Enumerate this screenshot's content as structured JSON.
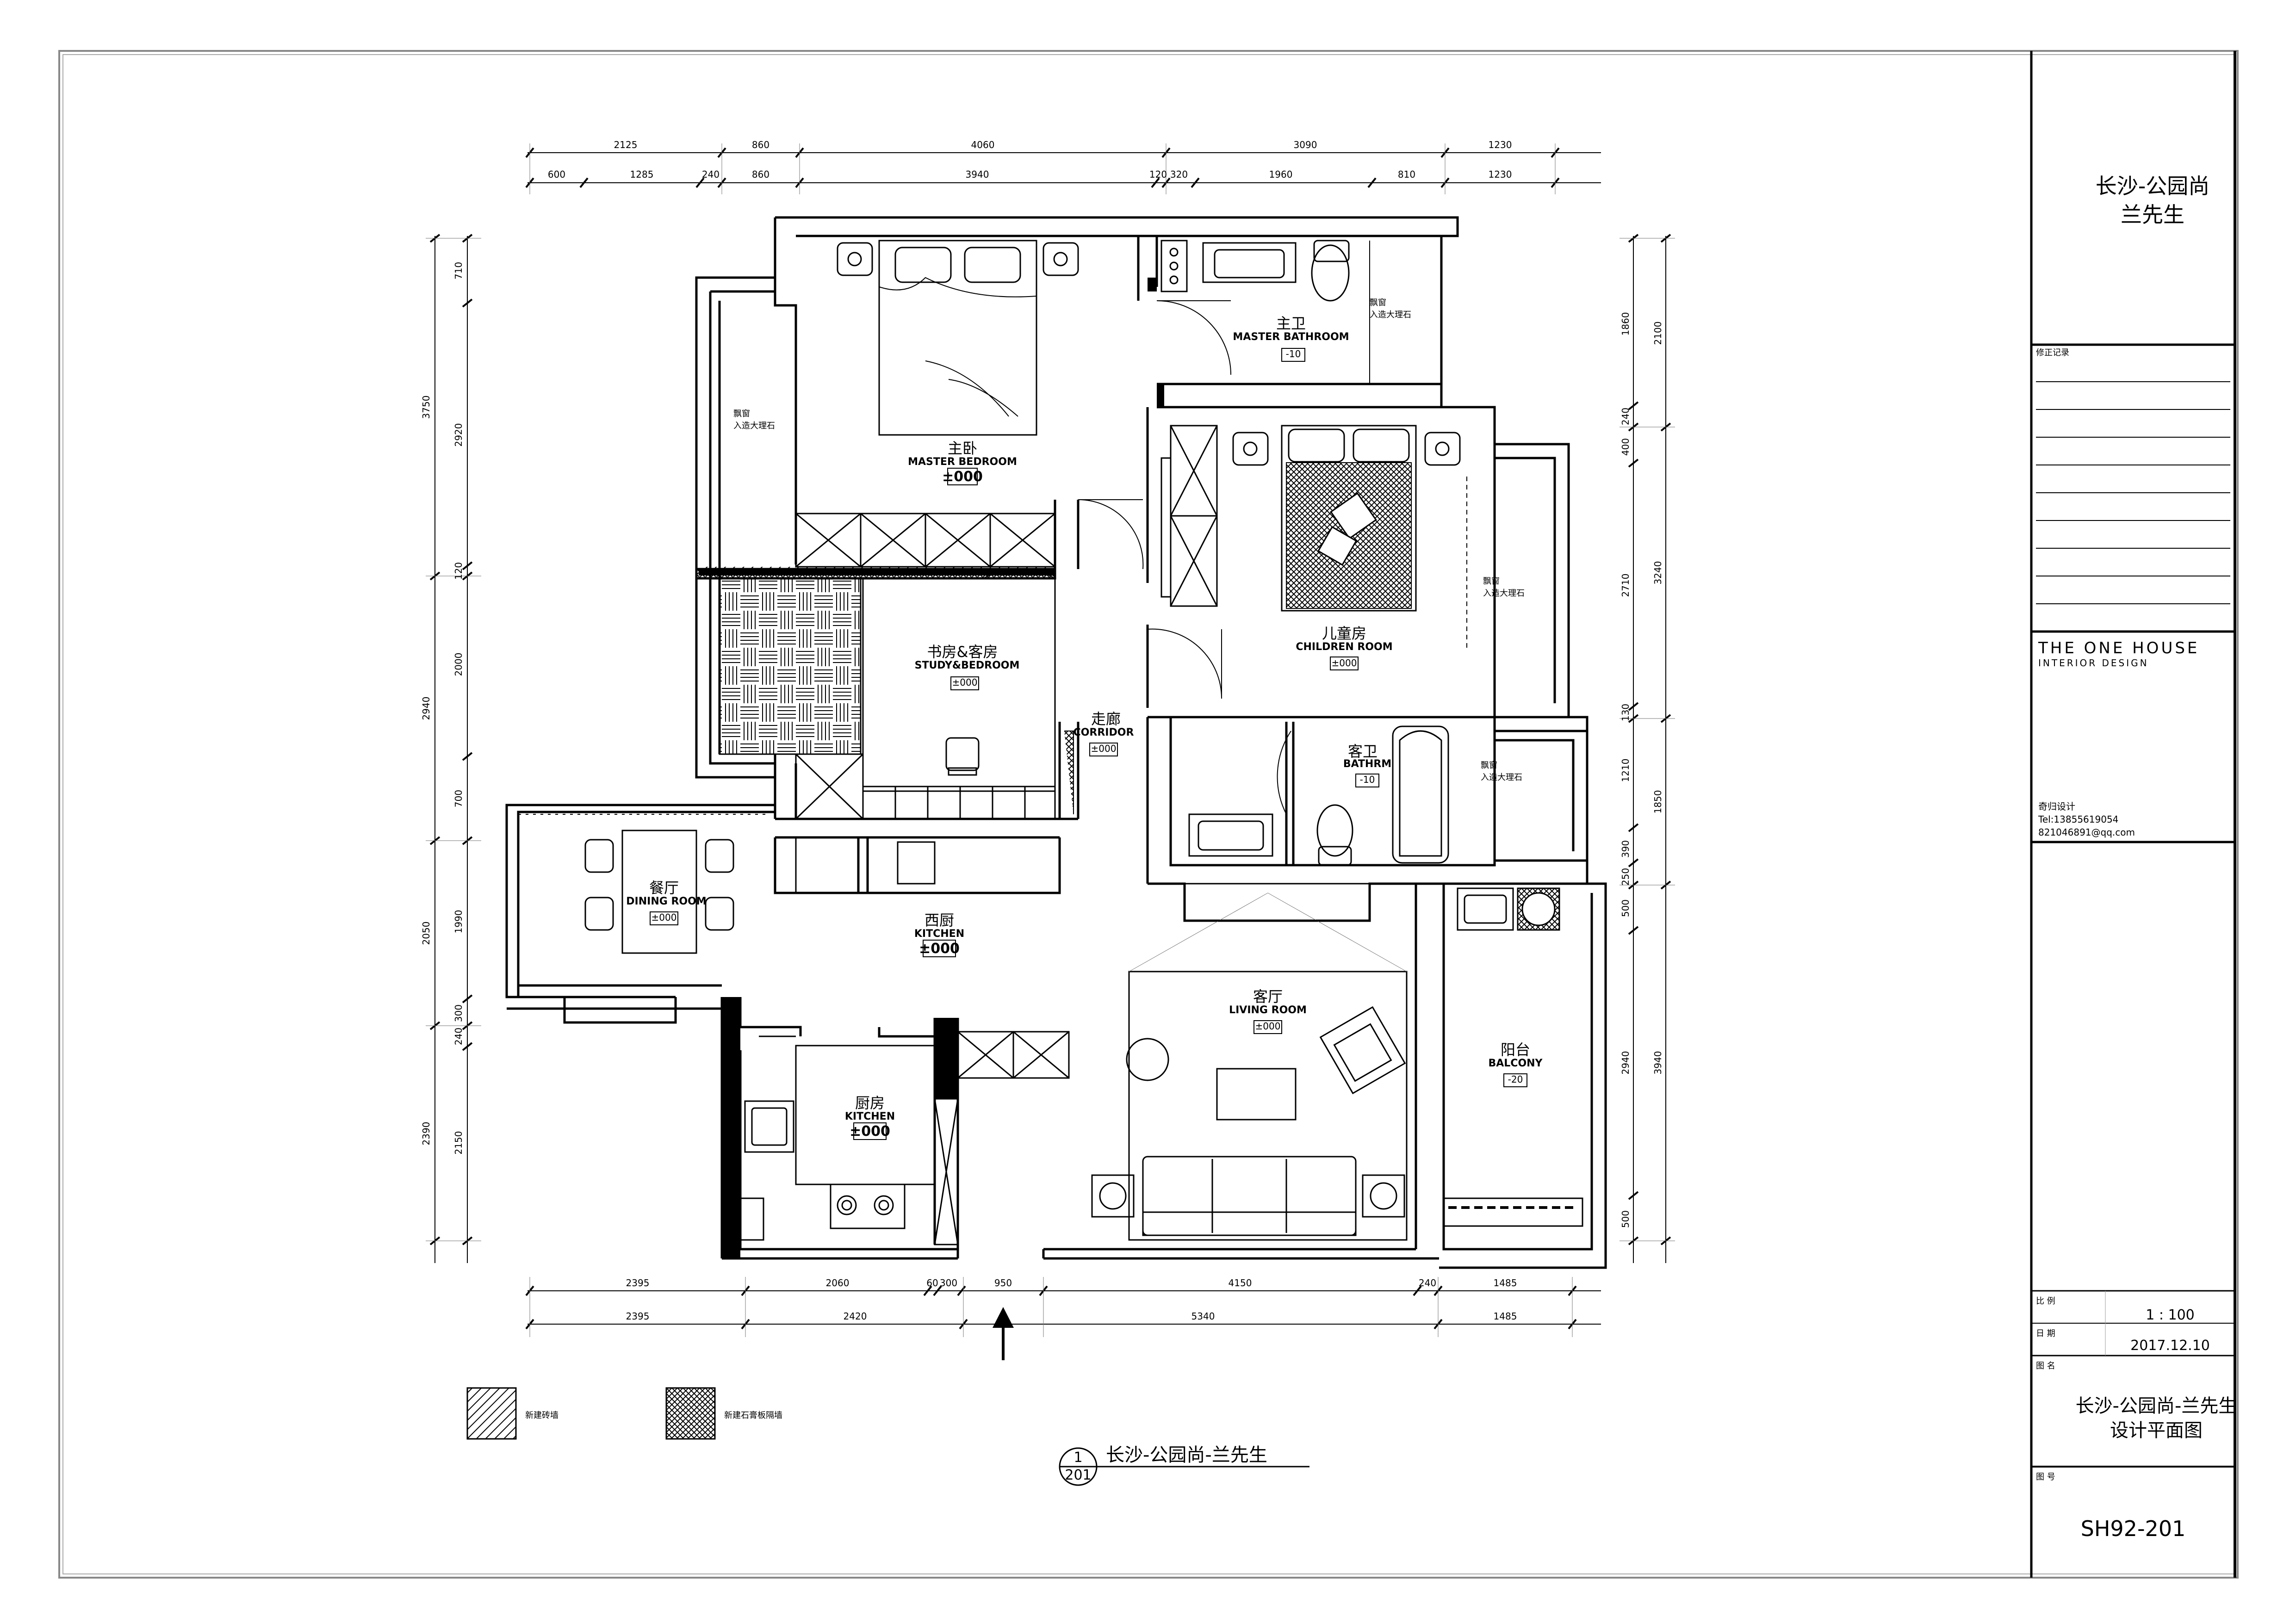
{
  "title_block": {
    "project_line1": "长沙-公园尚",
    "project_line2": "兰先生",
    "revision_label": "修正记录",
    "company_name": "THE ONE HOUSE",
    "company_sub": "INTERIOR DESIGN",
    "designer": "奇归设计",
    "tel": "Tel:13855619054",
    "email": "821046891@qq.com",
    "scale_label": "比 例",
    "scale_value": "1 : 100",
    "date_label": "日 期",
    "date_value": "2017.12.10",
    "drawing_name_label": "图 名",
    "drawing_name_line1": "长沙-公园尚-兰先生",
    "drawing_name_line2": "设计平面图",
    "drawing_no_label": "图 号",
    "drawing_no": "SH92-201"
  },
  "plan_caption": {
    "num_top": "1",
    "num_bottom": "201",
    "text": "长沙-公园尚-兰先生"
  },
  "legend": {
    "brick": "新建砖墙",
    "gypsum": "新建石膏板隔墙"
  },
  "rooms": {
    "master_bedroom_cn": "主卧",
    "master_bedroom_en": "MASTER BEDROOM",
    "master_bedroom_lvl": "±000",
    "master_bath_cn": "主卫",
    "master_bath_en": "MASTER BATHROOM",
    "master_bath_lvl": "-10",
    "children_cn": "儿童房",
    "children_en": "CHILDREN ROOM",
    "children_lvl": "±000",
    "study_cn": "书房&客房",
    "study_en": "STUDY&BEDROOM",
    "study_lvl": "±000",
    "corridor_cn": "走廊",
    "corridor_en": "CORRIDOR",
    "corridor_lvl": "±000",
    "guest_bath_cn": "客卫",
    "guest_bath_en": "BATHRM",
    "guest_bath_lvl": "-10",
    "dining_cn": "餐厅",
    "dining_en": "DINING ROOM",
    "dining_lvl": "±000",
    "west_kitchen_cn": "西厨",
    "west_kitchen_en": "KITCHEN",
    "west_kitchen_lvl": "±000",
    "living_cn": "客厅",
    "living_en": "LIVING ROOM",
    "living_lvl": "±000",
    "balcony_cn": "阳台",
    "balcony_en": "BALCONY",
    "balcony_lvl": "-20",
    "kitchen_cn": "厨房",
    "kitchen_en": "KITCHEN",
    "kitchen_lvl": "±000",
    "bay_window": "飘窗",
    "bay_stone": "入造大理石"
  },
  "dims": {
    "top_outer": [
      "2125",
      "860",
      "4060",
      "3090",
      "1230"
    ],
    "top_inner": [
      "600",
      "1285",
      "240",
      "860",
      "3940",
      "120",
      "320",
      "1960",
      "810",
      "1230"
    ],
    "bottom_inner": [
      "2395",
      "2060",
      "60",
      "300",
      "950",
      "4150",
      "240",
      "1485"
    ],
    "bottom_outer": [
      "2395",
      "2420",
      "5340",
      "1485"
    ],
    "left_outer": [
      "3750",
      "2940",
      "2050",
      "2390"
    ],
    "left_inner": [
      "710",
      "2920",
      "120",
      "2000",
      "700",
      "1990",
      "300",
      "240",
      "2150"
    ],
    "right_outer": [
      "2100",
      "3240",
      "1850",
      "3940"
    ],
    "right_inner": [
      "1860",
      "240",
      "400",
      "2710",
      "130",
      "1210",
      "390",
      "250",
      "500",
      "2940",
      "500"
    ]
  }
}
